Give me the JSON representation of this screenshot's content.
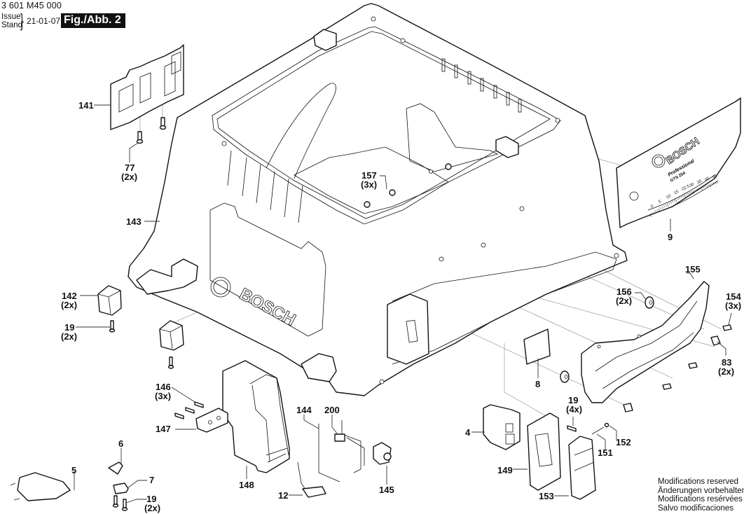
{
  "header": {
    "document_number": "3 601 M45 000",
    "issue_label": "Issue",
    "stand_label": "Stand",
    "date": "21-01-07",
    "figure_label": "Fig./Abb. 2"
  },
  "notes": [
    "Modifications reserved",
    "Änderungen vorbehalten",
    "Modifications resérvées",
    "Salvo modificaciones"
  ],
  "decal": {
    "brand": "BOSCH",
    "line": "Professional",
    "model": "GTS 254",
    "scale_ticks": [
      "0",
      "5",
      "10",
      "15",
      "22.5",
      "30",
      "35",
      "40",
      "45"
    ]
  },
  "body_brand": "BOSCH",
  "parts": [
    {
      "id": "141",
      "qty": ""
    },
    {
      "id": "77",
      "qty": "(2x)"
    },
    {
      "id": "143",
      "qty": ""
    },
    {
      "id": "157",
      "qty": "(3x)"
    },
    {
      "id": "9",
      "qty": ""
    },
    {
      "id": "142",
      "qty": "(2x)"
    },
    {
      "id": "19",
      "qty": "(2x)"
    },
    {
      "id": "155",
      "qty": ""
    },
    {
      "id": "156",
      "qty": "(2x)"
    },
    {
      "id": "154",
      "qty": "(3x)"
    },
    {
      "id": "83",
      "qty": "(2x)"
    },
    {
      "id": "8",
      "qty": ""
    },
    {
      "id": "146",
      "qty": "(3x)"
    },
    {
      "id": "147",
      "qty": ""
    },
    {
      "id": "6",
      "qty": ""
    },
    {
      "id": "5",
      "qty": ""
    },
    {
      "id": "7",
      "qty": ""
    },
    {
      "id": "19",
      "qty": "(2x)"
    },
    {
      "id": "148",
      "qty": ""
    },
    {
      "id": "144",
      "qty": ""
    },
    {
      "id": "200",
      "qty": ""
    },
    {
      "id": "12",
      "qty": ""
    },
    {
      "id": "145",
      "qty": ""
    },
    {
      "id": "4",
      "qty": ""
    },
    {
      "id": "19",
      "qty": "(4x)"
    },
    {
      "id": "149",
      "qty": ""
    },
    {
      "id": "153",
      "qty": ""
    },
    {
      "id": "151",
      "qty": ""
    },
    {
      "id": "152",
      "qty": ""
    }
  ]
}
